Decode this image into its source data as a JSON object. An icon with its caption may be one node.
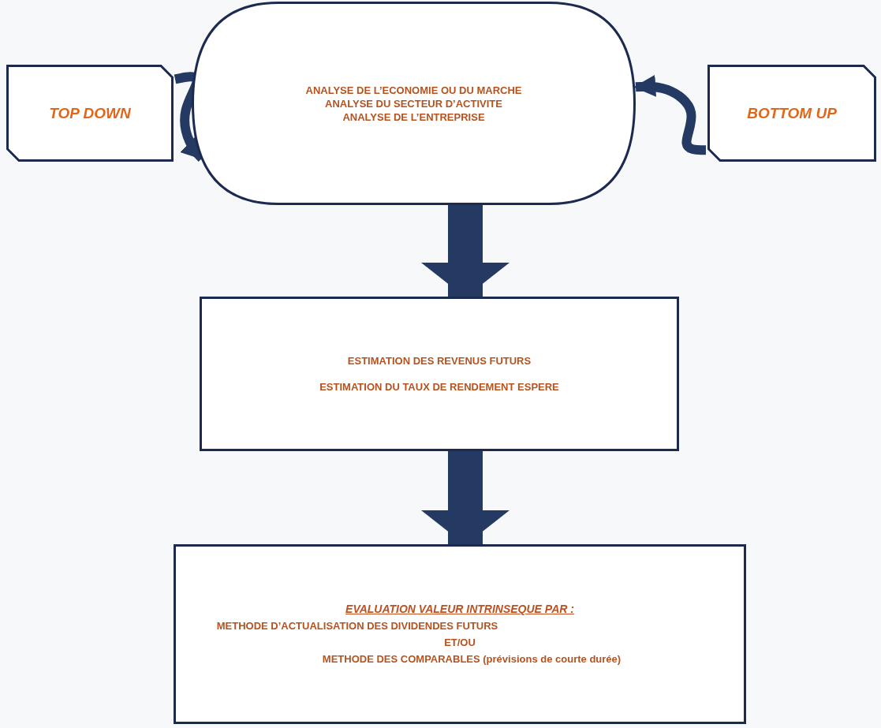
{
  "diagram": {
    "nodes": [
      {
        "text": [
          "TOP DOWN"
        ]
      },
      {
        "text": [
          "ANALYSE DE L’ECONOMIE OU DU MARCHE",
          "ANALYSE DU SECTEUR D’ACTIVITE",
          "ANALYSE DE L’ENTREPRISE"
        ]
      },
      {
        "text": [
          "BOTTOM UP"
        ]
      },
      {
        "text": [
          "ESTIMATION DES REVENUS FUTURS",
          "ESTIMATION DU TAUX DE RENDEMENT ESPERE"
        ]
      },
      {
        "text": [
          "EVALUATION VALEUR INTRINSEQUE PAR :",
          "METHODE D’ACTUALISATION DES DIVIDENDES FUTURS",
          "ET/OU",
          "METHODE DES COMPARABLES (prévisions de courte durée)"
        ]
      }
    ],
    "edges": [
      {
        "from": 0,
        "to": 1,
        "arrow": "to"
      },
      {
        "from": 2,
        "to": 1,
        "arrow": "to"
      },
      {
        "from": 1,
        "to": 3,
        "arrow": "to",
        "style": "thick"
      },
      {
        "from": 3,
        "to": 4,
        "arrow": "to",
        "style": "thick"
      }
    ]
  }
}
